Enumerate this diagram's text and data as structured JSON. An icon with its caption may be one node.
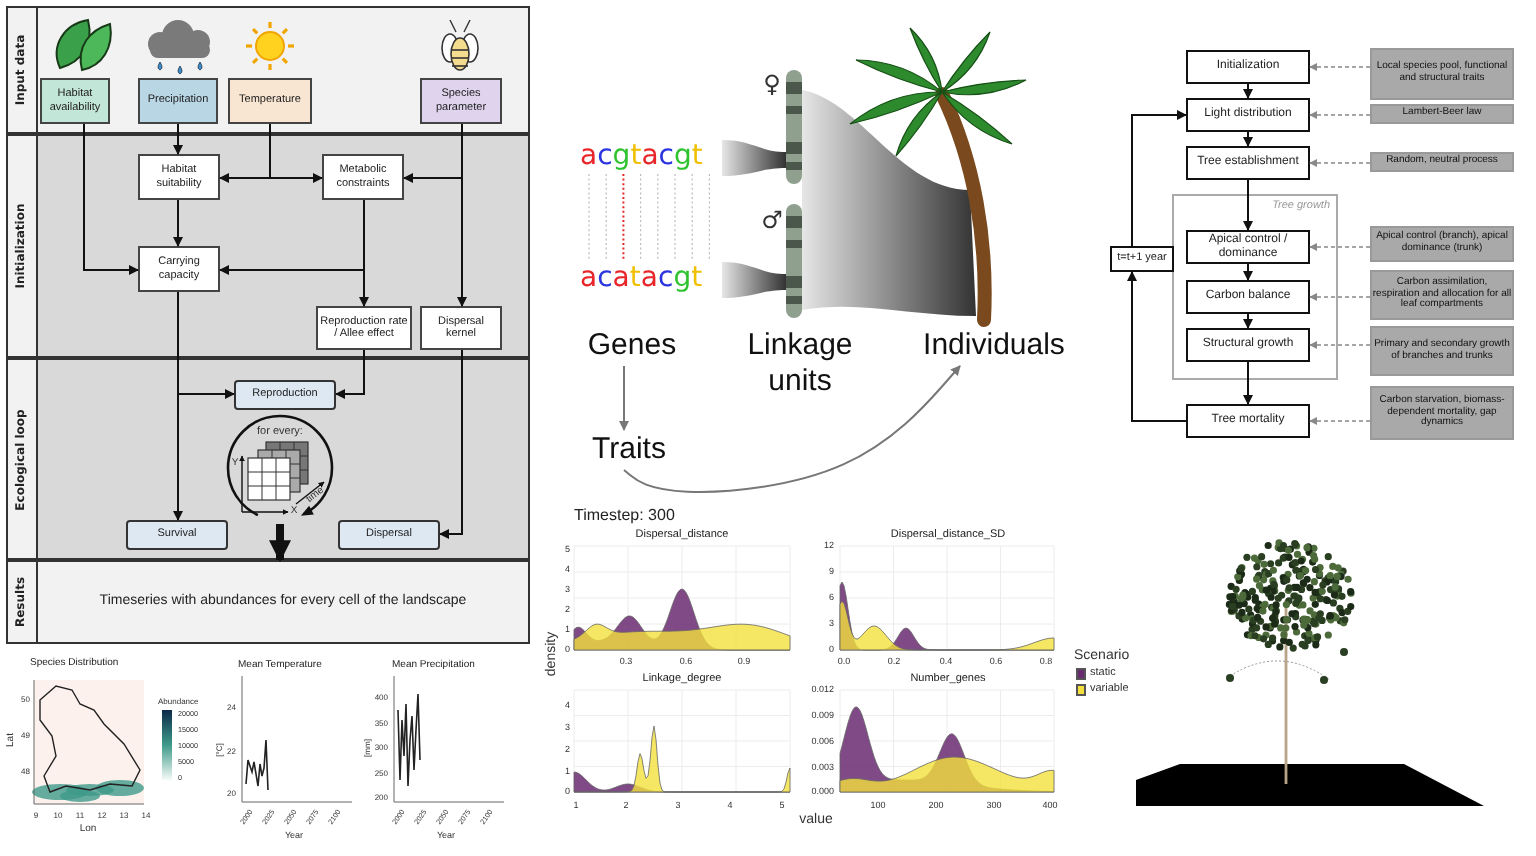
{
  "diagram": {
    "nodes": [
      {
        "text": [
          "Input data"
        ]
      },
      {
        "text": [
          "Habitat availability"
        ],
        "in": 0
      },
      {
        "text": [
          "Precipitation"
        ],
        "in": 0
      },
      {
        "text": [
          "Temperature"
        ],
        "in": 0
      },
      {
        "text": [
          "Species parameter"
        ],
        "in": 0
      },
      {
        "text": [
          "Initialization"
        ]
      },
      {
        "text": [
          "Habitat suitability"
        ],
        "in": 5
      },
      {
        "text": [
          "Metabolic constraints"
        ],
        "in": 5
      },
      {
        "text": [
          "Carrying capacity"
        ],
        "in": 5
      },
      {
        "text": [
          "Reproduction rate / Allee effect"
        ],
        "in": 5
      },
      {
        "text": [
          "Dispersal kernel"
        ],
        "in": 5
      },
      {
        "text": [
          "Ecological loop"
        ]
      },
      {
        "text": [
          "Reproduction"
        ],
        "in": 11
      },
      {
        "text": [
          "Survival"
        ],
        "in": 11
      },
      {
        "text": [
          "Dispersal"
        ],
        "in": 11
      },
      {
        "text": [
          "Results",
          "Timeseries with abundances for every cell of the landscape"
        ]
      },
      {
        "text": [
          "Genes"
        ]
      },
      {
        "text": [
          "Linkage units"
        ]
      },
      {
        "text": [
          "Individuals"
        ]
      },
      {
        "text": [
          "Traits"
        ]
      },
      {
        "text": [
          "Initialization"
        ]
      },
      {
        "text": [
          "Light distribution"
        ]
      },
      {
        "text": [
          "Tree establishment"
        ]
      },
      {
        "text": [
          "Tree growth"
        ]
      },
      {
        "text": [
          "Apical control / dominance"
        ],
        "in": 23
      },
      {
        "text": [
          "Carbon balance"
        ],
        "in": 23
      },
      {
        "text": [
          "Structural growth"
        ],
        "in": 23
      },
      {
        "text": [
          "Tree mortality"
        ]
      },
      {
        "text": [
          "t=t+1 year"
        ]
      },
      {
        "text": [
          "Local species pool, functional and structural traits"
        ]
      },
      {
        "text": [
          "Lambert-Beer law"
        ]
      },
      {
        "text": [
          "Random, neutral process"
        ]
      },
      {
        "text": [
          "Apical control (branch), apical dominance (trunk)"
        ]
      },
      {
        "text": [
          "Carbon assimilation, respiration and allocation for all leaf compartments"
        ]
      },
      {
        "text": [
          "Primary and secondary growth of branches and trunks"
        ]
      },
      {
        "text": [
          "Carbon starvation, biomass-dependent mortality, gap dynamics"
        ]
      },
      {
        "text": [
          "for every:"
        ],
        "in": 11
      }
    ],
    "edges": [
      {
        "from": 1,
        "to": 8,
        "arrow": "to"
      },
      {
        "from": 2,
        "to": 6,
        "arrow": "to"
      },
      {
        "from": 3,
        "to": 6,
        "arrow": "to"
      },
      {
        "from": 3,
        "to": 7,
        "arrow": "to"
      },
      {
        "from": 4,
        "to": 7,
        "arrow": "to"
      },
      {
        "from": 4,
        "to": 10,
        "arrow": "to"
      },
      {
        "from": 6,
        "to": 8,
        "arrow": "to"
      },
      {
        "from": 7,
        "to": 8,
        "arrow": "to"
      },
      {
        "from": 7,
        "to": 9,
        "arrow": "to"
      },
      {
        "from": 9,
        "to": 12,
        "arrow": "to"
      },
      {
        "from": 8,
        "to": 12,
        "arrow": "to"
      },
      {
        "from": 8,
        "to": 13,
        "arrow": "to"
      },
      {
        "from": 10,
        "to": 14,
        "arrow": "to"
      },
      {
        "from": 36,
        "to": 15,
        "arrow": "to",
        "style": "thick"
      },
      {
        "from": 16,
        "to": 19,
        "arrow": "to",
        "color": "#777777"
      },
      {
        "from": 19,
        "to": 18,
        "arrow": "to",
        "color": "#777777"
      },
      {
        "from": 20,
        "to": 21,
        "arrow": "to"
      },
      {
        "from": 21,
        "to": 22,
        "arrow": "to"
      },
      {
        "from": 22,
        "to": 24,
        "arrow": "to"
      },
      {
        "from": 24,
        "to": 25,
        "arrow": "to"
      },
      {
        "from": 25,
        "to": 26,
        "arrow": "to"
      },
      {
        "from": 26,
        "to": 27,
        "arrow": "to"
      },
      {
        "from": 27,
        "to": 28,
        "arrow": "to"
      },
      {
        "from": 28,
        "to": 21,
        "arrow": "to"
      },
      {
        "from": 29,
        "to": 20,
        "arrow": "to",
        "style": "dashed",
        "color": "#888888"
      },
      {
        "from": 30,
        "to": 21,
        "arrow": "to",
        "style": "dashed",
        "color": "#888888"
      },
      {
        "from": 31,
        "to": 22,
        "arrow": "to",
        "style": "dashed",
        "color": "#888888"
      },
      {
        "from": 32,
        "to": 24,
        "arrow": "to",
        "style": "dashed",
        "color": "#888888"
      },
      {
        "from": 33,
        "to": 25,
        "arrow": "to",
        "style": "dashed",
        "color": "#888888"
      },
      {
        "from": 34,
        "to": 26,
        "arrow": "to",
        "style": "dashed",
        "color": "#888888"
      },
      {
        "from": 35,
        "to": 27,
        "arrow": "to",
        "style": "dashed",
        "color": "#888888"
      }
    ],
    "labels": [
      "Y",
      "X",
      "time",
      "Species Distribution",
      "Abundance",
      "20000",
      "15000",
      "10000",
      "5000",
      "0",
      "50",
      "49",
      "48",
      "Lat",
      "9",
      "10",
      "11",
      "12",
      "13",
      "14",
      "Lon",
      "Mean Temperature",
      "24",
      "22",
      "20",
      "[°C]",
      "2000",
      "2025",
      "2050",
      "2075",
      "2100",
      "Year",
      "Mean Precipitation",
      "400",
      "350",
      "300",
      "250",
      "200",
      "[mm]",
      "2000",
      "2025",
      "2050",
      "2075",
      "2100",
      "Year",
      "acgtacgt",
      "acatacgt",
      "♀",
      "♂",
      "Timestep: 300",
      "Dispersal_distance",
      "5",
      "4",
      "3",
      "2",
      "1",
      "0",
      "0.3",
      "0.6",
      "0.9",
      "Dispersal_distance_SD",
      "12",
      "9",
      "6",
      "3",
      "0",
      "0.0",
      "0.2",
      "0.4",
      "0.6",
      "0.8",
      "Linkage_degree",
      "4",
      "3",
      "2",
      "1",
      "0",
      "1",
      "2",
      "3",
      "4",
      "5",
      "Number_genes",
      "0.012",
      "0.009",
      "0.006",
      "0.003",
      "0.000",
      "100",
      "200",
      "300",
      "400",
      "density",
      "value",
      "Scenario"
    ],
    "legend": [
      {
        "text": "static",
        "color": "#6a2a72"
      },
      {
        "text": "variable",
        "color": "#f3e03c"
      }
    ]
  }
}
